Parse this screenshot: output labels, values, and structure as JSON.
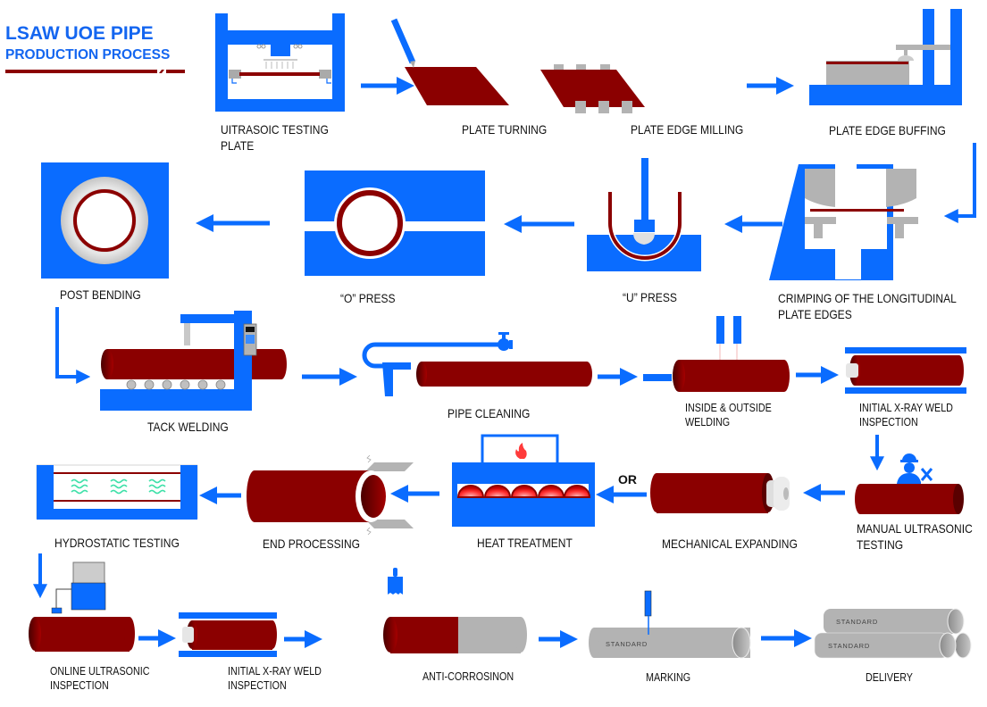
{
  "title": {
    "line1": "LSAW UOE PIPE",
    "line2": "PRODUCTION PROCESS"
  },
  "colors": {
    "blue": "#0a6cff",
    "pipe_red": "#8b0000",
    "grey": "#b3b3b3",
    "water_green": "#3ee0a8"
  },
  "steps": [
    {
      "id": 1,
      "label_line1": "UITRASOIC TESTING",
      "label_line2": "PLATE",
      "icon": "ultrasonic-plate-tester-icon"
    },
    {
      "id": 2,
      "label_line1": "PLATE TURNING",
      "label_line2": "",
      "icon": "plate-turning-icon"
    },
    {
      "id": 3,
      "label_line1": "PLATE EDGE MILLING",
      "label_line2": "",
      "icon": "plate-edge-milling-icon"
    },
    {
      "id": 4,
      "label_line1": "PLATE EDGE BUFFING",
      "label_line2": "",
      "icon": "plate-edge-buffing-icon"
    },
    {
      "id": 5,
      "label_line1": "CRIMPING OF THE LONGITUDINAL",
      "label_line2": "PLATE EDGES",
      "icon": "crimping-press-icon"
    },
    {
      "id": 6,
      "label_line1": "“U” PRESS",
      "label_line2": "",
      "icon": "u-press-icon"
    },
    {
      "id": 7,
      "label_line1": "“O” PRESS",
      "label_line2": "",
      "icon": "o-press-icon"
    },
    {
      "id": 8,
      "label_line1": "POST BENDING",
      "label_line2": "",
      "icon": "post-bending-icon"
    },
    {
      "id": 9,
      "label_line1": "TACK WELDING",
      "label_line2": "",
      "icon": "tack-welding-machine-icon"
    },
    {
      "id": 10,
      "label_line1": "PIPE CLEANING",
      "label_line2": "",
      "icon": "pipe-cleaning-icon"
    },
    {
      "id": 11,
      "label_line1": "INSIDE & OUTSIDE",
      "label_line2": "WELDING",
      "icon": "inside-outside-welding-icon"
    },
    {
      "id": 12,
      "label_line1": "INITIAL X-RAY WELD",
      "label_line2": "INSPECTION",
      "icon": "xray-inspection-icon"
    },
    {
      "id": 13,
      "label_line1": "MANUAL ULTRASONIC",
      "label_line2": "TESTING",
      "icon": "manual-ultrasonic-worker-icon"
    },
    {
      "id": 14,
      "label_line1": "MECHANICAL EXPANDING",
      "label_line2": "",
      "icon": "mechanical-expander-icon"
    },
    {
      "id": 15,
      "label_line1": "HEAT TREATMENT",
      "label_line2": "",
      "icon": "heat-treatment-furnace-icon"
    },
    {
      "id": 16,
      "label_line1": "END PROCESSING",
      "label_line2": "",
      "icon": "end-processing-icon"
    },
    {
      "id": 17,
      "label_line1": "HYDROSTATIC TESTING",
      "label_line2": "",
      "icon": "hydrostatic-tester-icon"
    },
    {
      "id": 18,
      "label_line1": "ONLINE ULTRASONIC",
      "label_line2": "INSPECTION",
      "icon": "online-ultrasonic-icon"
    },
    {
      "id": 19,
      "label_line1": "INITIAL X-RAY WELD",
      "label_line2": "INSPECTION",
      "icon": "xray-inspection-icon"
    },
    {
      "id": 20,
      "label_line1": "ANTI-CORROSINON",
      "label_line2": "",
      "icon": "anti-corrosion-brush-icon"
    },
    {
      "id": 21,
      "label_line1": "MARKING",
      "label_line2": "",
      "icon": "marking-pen-icon"
    },
    {
      "id": 22,
      "label_line1": "DELIVERY",
      "label_line2": "",
      "icon": "pipe-stack-icon"
    }
  ],
  "connector_or": "OR",
  "pipe_stamp": "STANDARD"
}
